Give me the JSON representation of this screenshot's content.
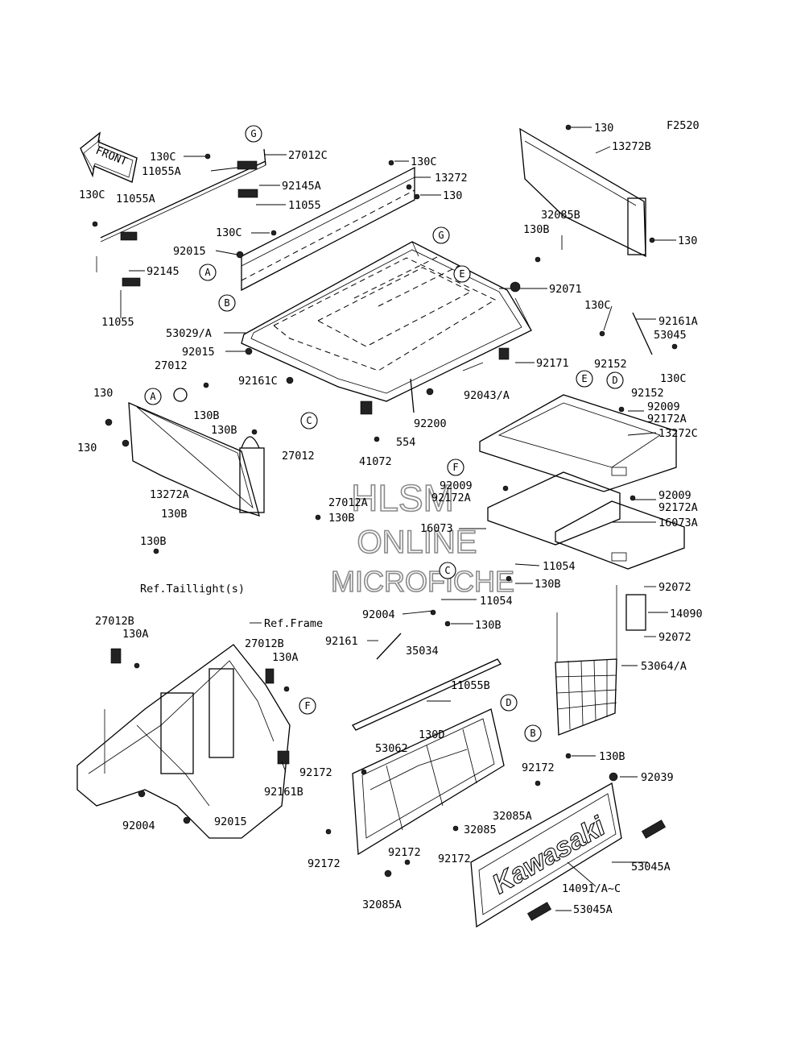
{
  "diagram_code": "F2520",
  "front_indicator": "FRONT",
  "logo_text": "Kawasaki",
  "watermark": {
    "line1": "HLSM",
    "line2": "ONLINE",
    "line3": "MICROFICHE",
    "color": "#8a8a8a"
  },
  "refs": {
    "taillight": "Ref.Taillight(s)",
    "frame": "Ref.Frame"
  },
  "callouts": {
    "A": "A",
    "B": "B",
    "C": "C",
    "D": "D",
    "E": "E",
    "F": "F",
    "G": "G"
  },
  "parts": {
    "p130C_top": "130C",
    "p11055A_top": "11055A",
    "p27012C": "27012C",
    "p130C_l": "130C",
    "p11055A_l": "11055A",
    "p92145A": "92145A",
    "p11055_a": "11055",
    "p92015_a": "92015",
    "p130C_mid": "130C",
    "p92145": "92145",
    "p11055_b": "11055",
    "p130C_13272": "130C",
    "p13272": "13272",
    "p130_a": "130",
    "p53029A": "53029/A",
    "p92015_b": "92015",
    "p92161C": "92161C",
    "p27012_a": "27012",
    "p130_b": "130",
    "p130B_a": "130B",
    "p130B_b": "130B",
    "p130_c": "130",
    "p27012_b": "27012",
    "p13272A": "13272A",
    "p27012A": "27012A",
    "p130B_c": "130B",
    "p130B_d": "130B",
    "p130B_e": "130B",
    "p41072": "41072",
    "p554": "554",
    "p92200": "92200",
    "p92043A": "92043/A",
    "p92171": "92171",
    "p92071": "92071",
    "p130_top": "130",
    "p13272B": "13272B",
    "p32085B": "32085B",
    "p130B_f": "130B",
    "p130_d": "130",
    "p130C_r": "130C",
    "p92161A": "92161A",
    "p53045": "53045",
    "p92152_a": "92152",
    "p92152_b": "92152",
    "p130C_r2": "130C",
    "p92009_a": "92009",
    "p92172A_a": "92172A",
    "p13272C": "13272C",
    "p92009_b": "92009",
    "p92172A_b": "92172A",
    "p92009_c": "92009",
    "p92172A_c": "92172A",
    "p16073": "16073",
    "p16073A": "16073A",
    "p11054_a": "11054",
    "p130B_g": "130B",
    "p92004_a": "92004",
    "p11054_b": "11054",
    "p130B_h": "130B",
    "p92161": "92161",
    "p92072_a": "92072",
    "p14090": "14090",
    "p92072_b": "92072",
    "p53064A": "53064/A",
    "p27012B_a": "27012B",
    "p130A_a": "130A",
    "p27012B_b": "27012B",
    "p130A_b": "130A",
    "p35034": "35034",
    "p11055B": "11055B",
    "p130D": "130D",
    "p92161B": "92161B",
    "p92004_b": "92004",
    "p92015_c": "92015",
    "p53062": "53062",
    "p92172_a": "92172",
    "p92172_b": "92172",
    "p130B_i": "130B",
    "p92039": "92039",
    "p32085A_a": "32085A",
    "p32085": "32085",
    "p92172_c": "92172",
    "p92172_d": "92172",
    "p92172_e": "92172",
    "p32085A_b": "32085A",
    "p53045A_a": "53045A",
    "p14091": "14091/A~C",
    "p53045A_b": "53045A"
  }
}
